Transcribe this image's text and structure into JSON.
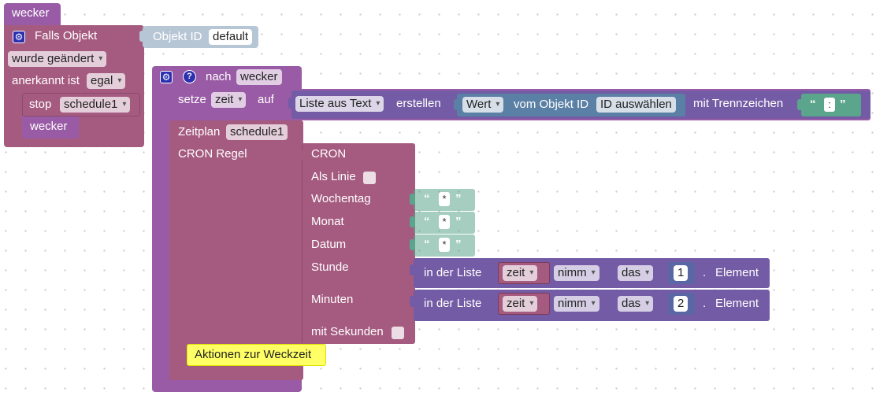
{
  "colors": {
    "trigger": "#a55b80",
    "function": "#995ba5",
    "value": "#5b80a5",
    "text": "#5ba58c",
    "list": "#745ba5",
    "comment": "#ffff66",
    "dim": "#b7c6d5"
  },
  "trigger_block": {
    "title": "wecker",
    "header": "Falls Objekt",
    "object_label": "Objekt ID",
    "object_value": "default",
    "condition": "wurde geändert",
    "ack_label": "anerkannt ist",
    "ack_value": "egal",
    "stop_label": "stop",
    "stop_value": "schedule1",
    "call_label": "wecker"
  },
  "function_block": {
    "label": "nach",
    "name": "wecker",
    "help_symbol": "?",
    "set": {
      "label": "setze",
      "variable": "zeit",
      "to_label": "auf",
      "list_mode": "Liste aus Text",
      "create_label": "erstellen",
      "value_mode": "Wert",
      "from_object_label": "vom Objekt ID",
      "object_id": "ID auswählen",
      "delimiter_label": "mit Trennzeichen",
      "delimiter_value": ":"
    },
    "schedule": {
      "label": "Zeitplan",
      "name": "schedule1",
      "cron_label": "CRON Regel"
    },
    "cron": {
      "title": "CRON",
      "as_line": "Als Linie",
      "weekday": "Wochentag",
      "weekday_value": "*",
      "month": "Monat",
      "month_value": "*",
      "date": "Datum",
      "date_value": "*",
      "hour": "Stunde",
      "minutes": "Minuten",
      "seconds": "mit Sekunden"
    },
    "list_get": [
      {
        "in_list": "in der Liste",
        "variable": "zeit",
        "mode": "nimm",
        "direction": "das",
        "index": "1",
        "dot": ".",
        "element": "Element"
      },
      {
        "in_list": "in der Liste",
        "variable": "zeit",
        "mode": "nimm",
        "direction": "das",
        "index": "2",
        "dot": ".",
        "element": "Element"
      }
    ],
    "comment": "Aktionen zur Weckzeit"
  },
  "quote_open": "“",
  "quote_close": "”"
}
